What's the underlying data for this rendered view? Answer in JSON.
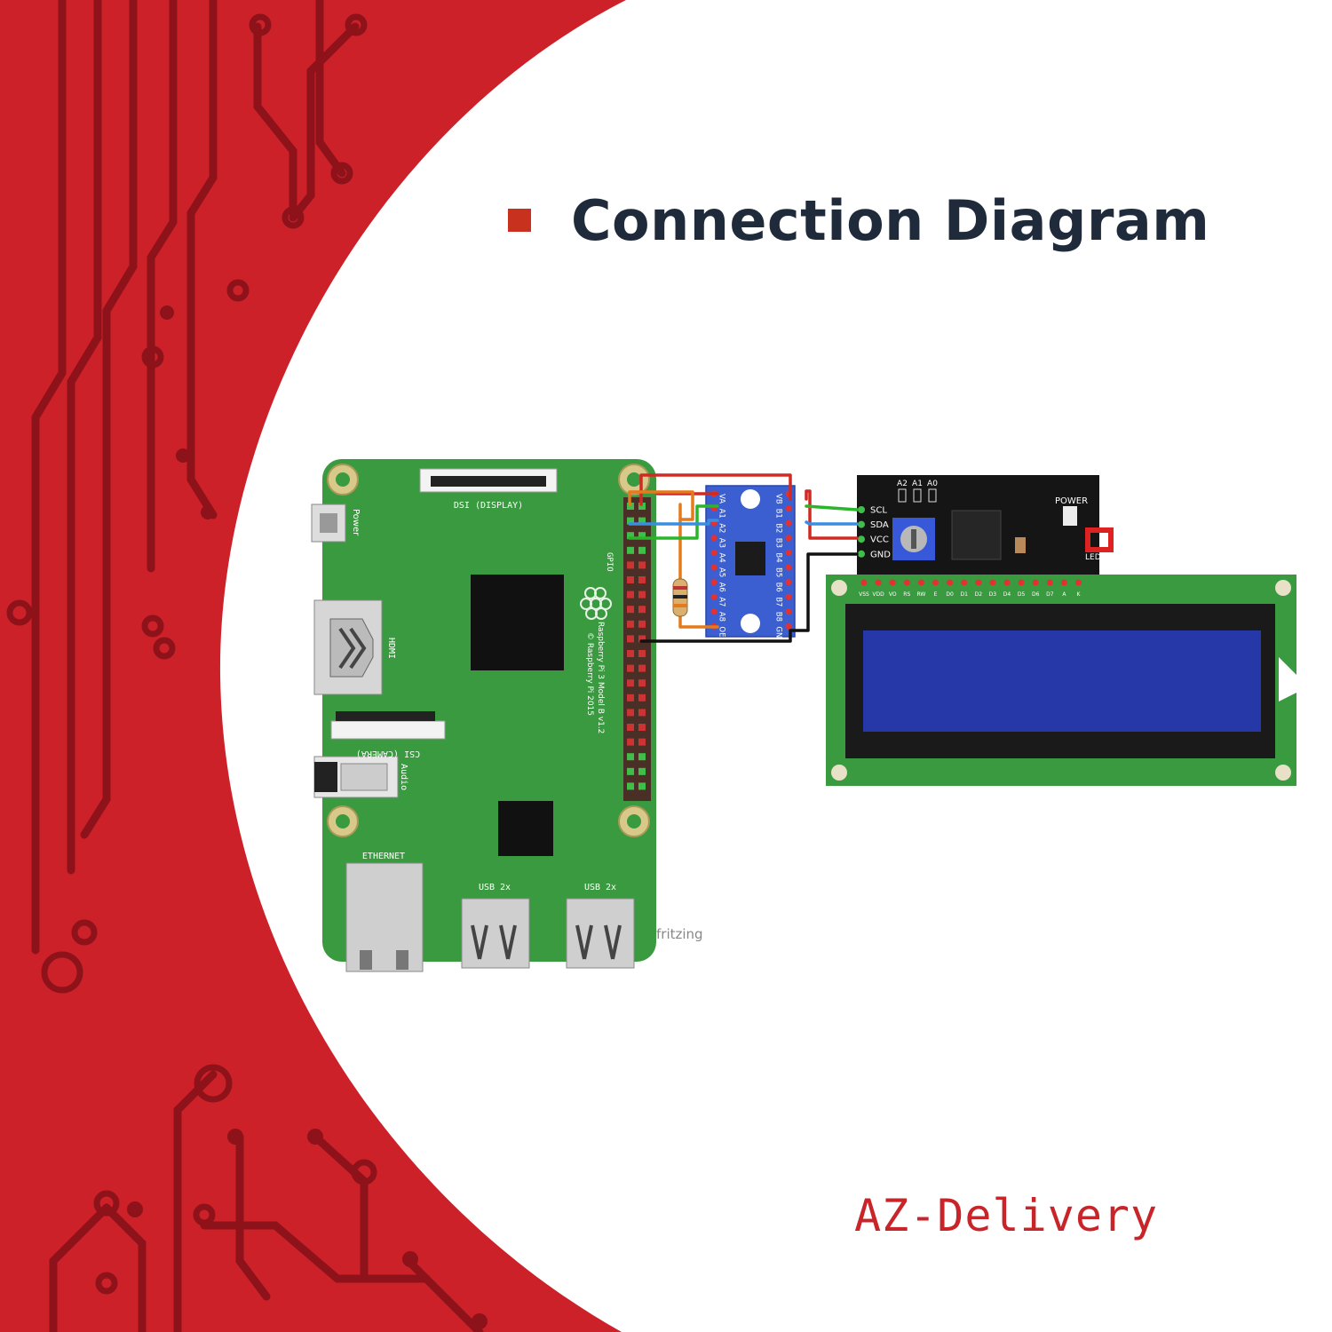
{
  "title": "Connection Diagram",
  "brand": "AZ-Delivery",
  "credit": "fritzing",
  "colors": {
    "accent_red": "#c8252a",
    "title_dark": "#1f2a3a",
    "pcb_green": "#3a9a3f",
    "converter_blue": "#3b5fd0",
    "lcd_screen": "#2637a8"
  },
  "raspberry_pi": {
    "power": "Power",
    "dsi": "DSI (DISPLAY)",
    "gpio": "GPIO",
    "hdmi": "HDMI",
    "csi": "CSI (CAMERA)",
    "audio": "Audio",
    "ethernet": "ETHERNET",
    "usb_left": "USB 2x",
    "usb_right": "USB 2x",
    "model_line1": "Raspberry Pi 3 Model B v1.2",
    "model_line2": "© Raspberry Pi 2015",
    "logo_icon": "raspberry-logo-icon"
  },
  "level_converter": {
    "left_pins": [
      "VA",
      "A1",
      "A2",
      "A3",
      "A4",
      "A5",
      "A6",
      "A7",
      "A8",
      "OE"
    ],
    "right_pins": [
      "VB",
      "B1",
      "B2",
      "B3",
      "B4",
      "B5",
      "B6",
      "B7",
      "B8",
      "GND"
    ]
  },
  "i2c_module": {
    "address_labels": [
      "A2",
      "A1",
      "A0"
    ],
    "pins": [
      "SCL",
      "SDA",
      "VCC",
      "GND"
    ],
    "power": "POWER",
    "led": "LED"
  },
  "lcd": {
    "pins": [
      "VSS",
      "VDD",
      "VO",
      "RS",
      "RW",
      "E",
      "D0",
      "D1",
      "D2",
      "D3",
      "D4",
      "D5",
      "D6",
      "D7",
      "A",
      "K"
    ]
  }
}
